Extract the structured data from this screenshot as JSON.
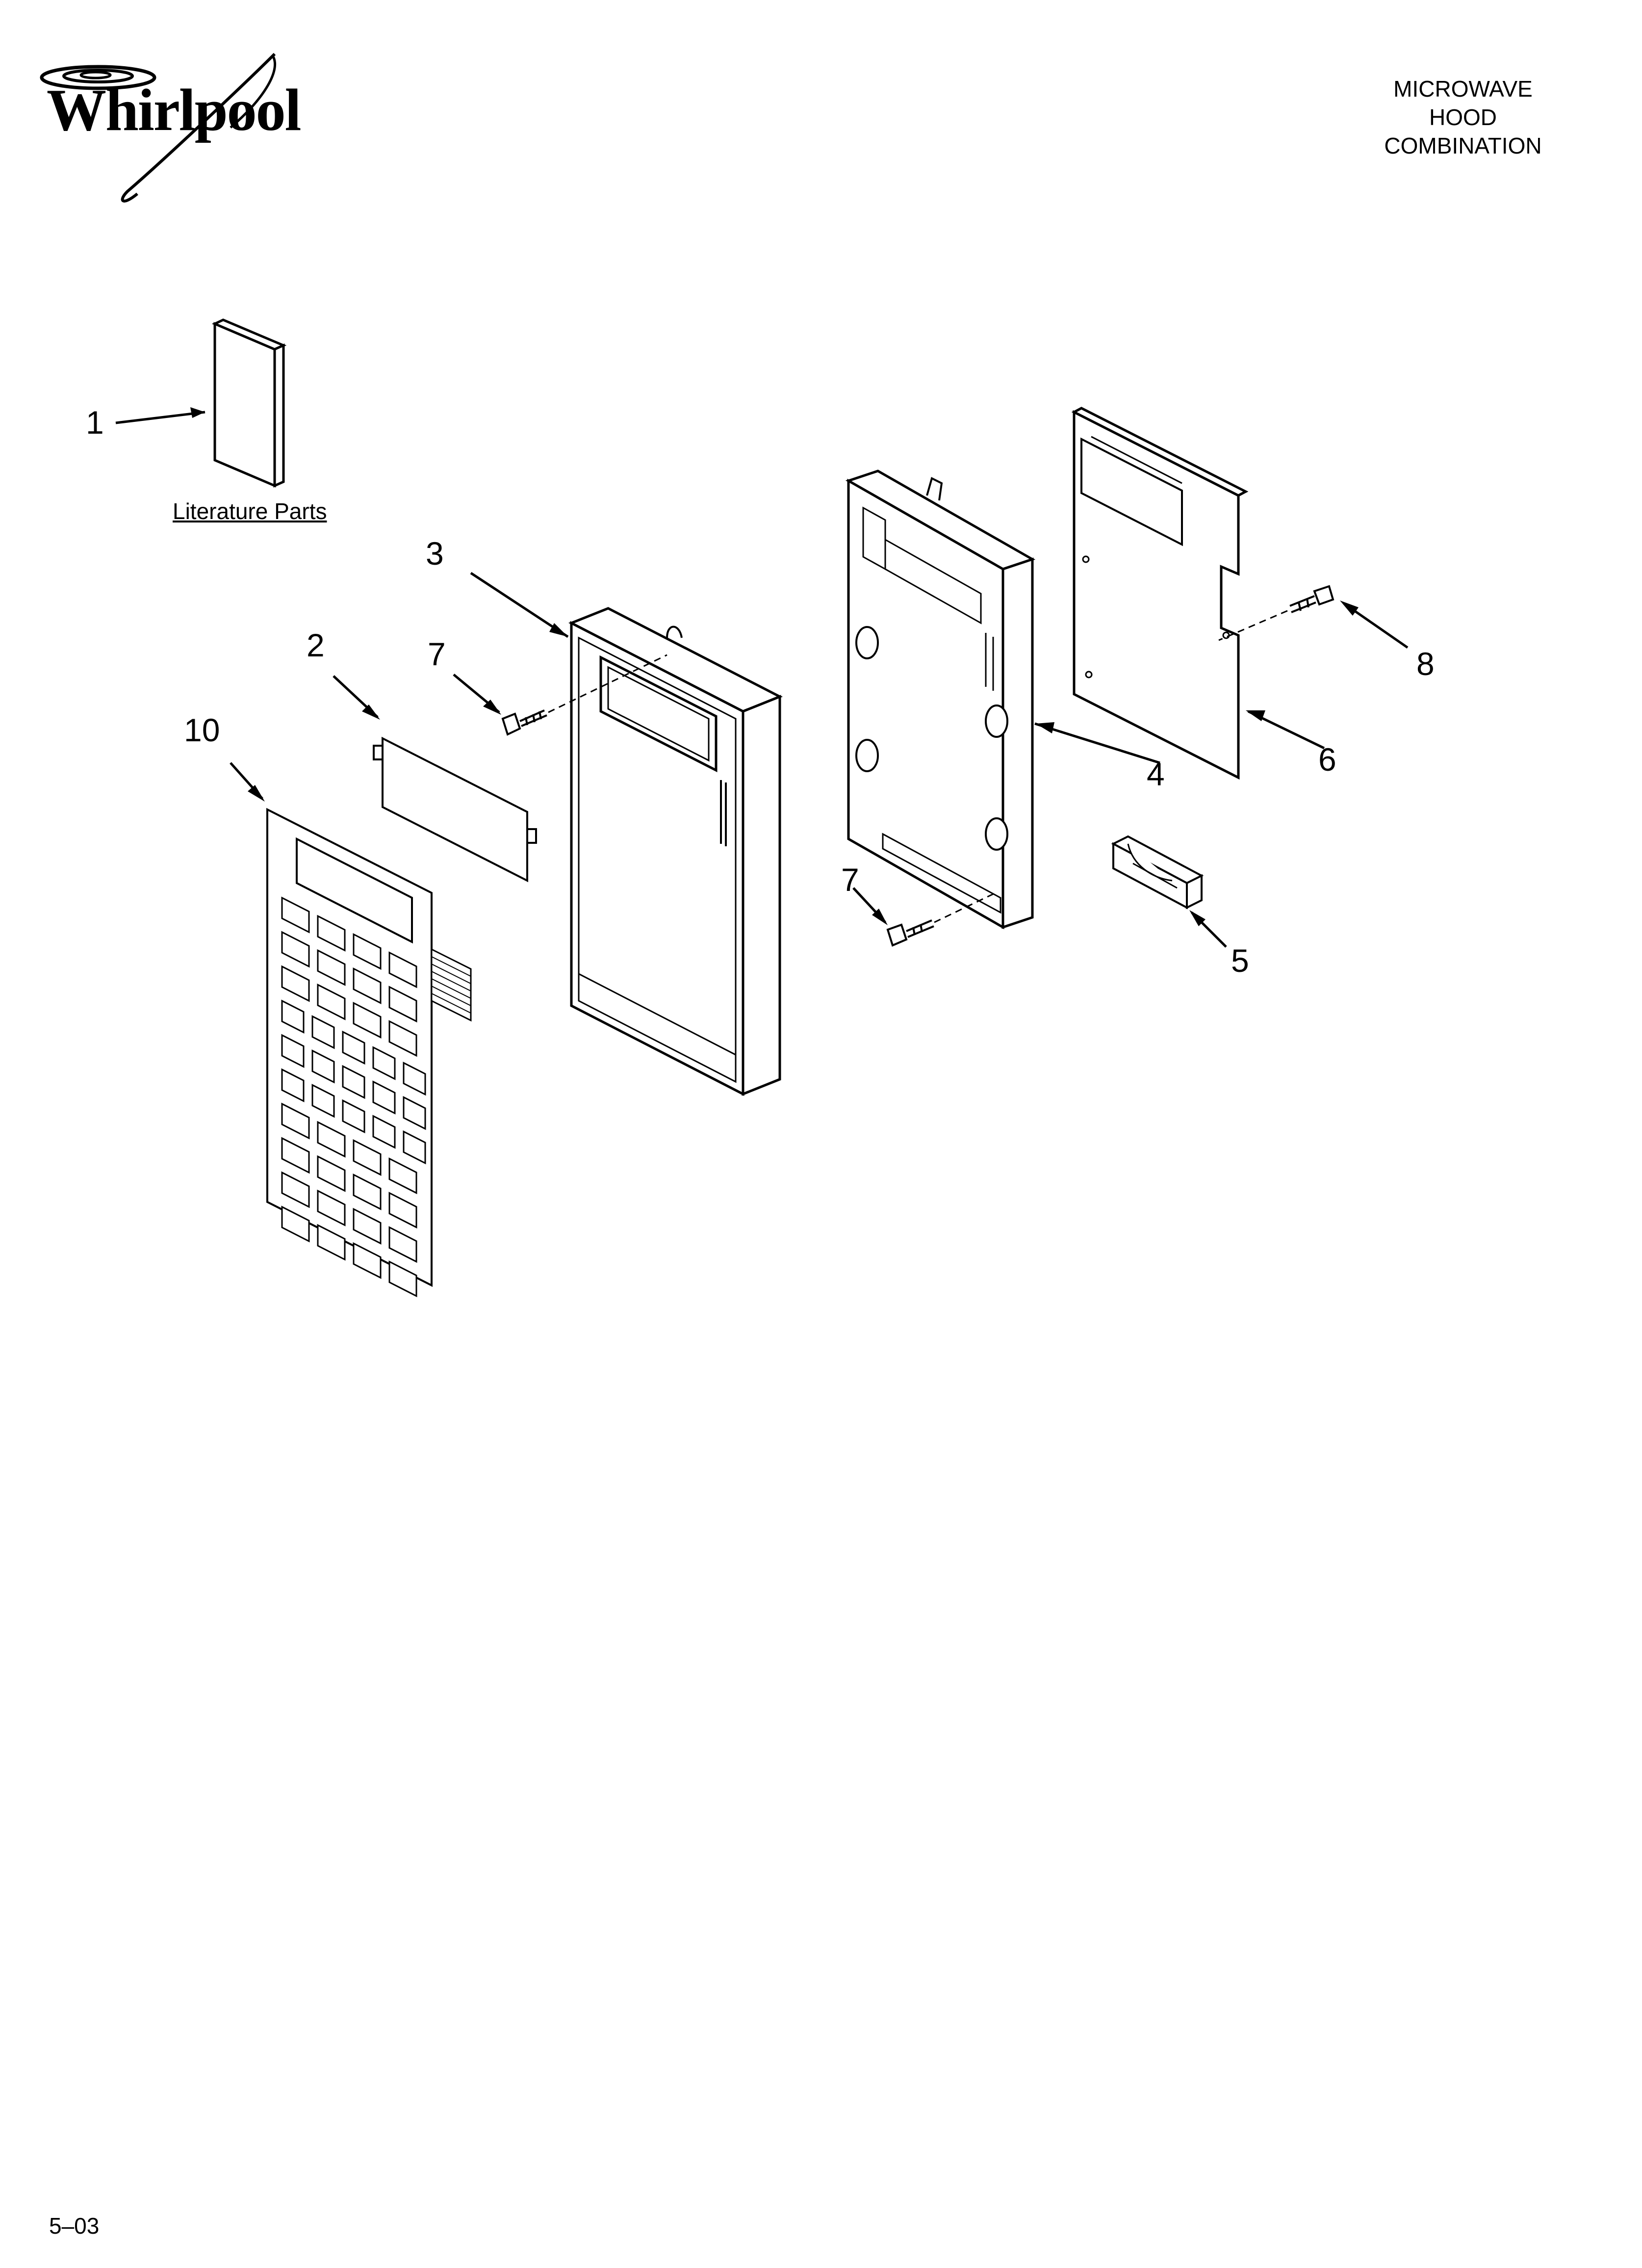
{
  "brand": {
    "logo_text": "Whirlpool"
  },
  "header": {
    "title_lines": [
      "MICROWAVE",
      "HOOD",
      "COMBINATION"
    ]
  },
  "literature": {
    "label": "Literature Parts"
  },
  "callouts": [
    "1",
    "2",
    "3",
    "7",
    "10",
    "4",
    "6",
    "8",
    "7",
    "5"
  ],
  "footer": {
    "page_code": "5–03"
  }
}
